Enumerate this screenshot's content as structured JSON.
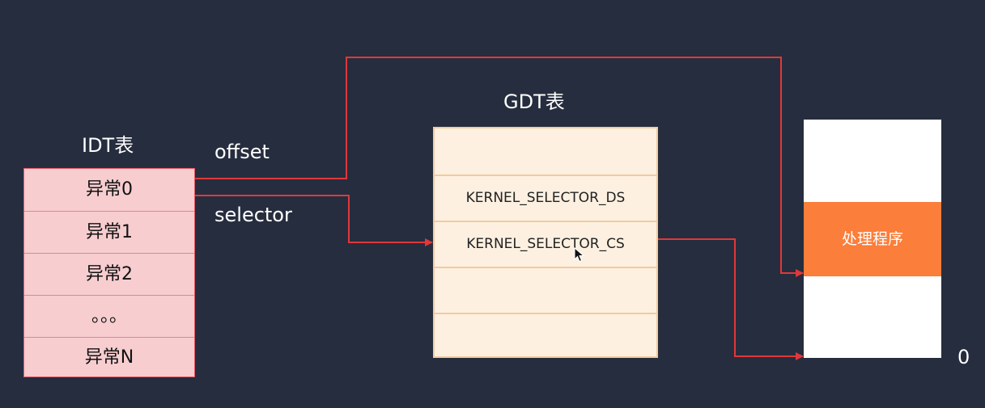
{
  "idt": {
    "title": "IDT表",
    "rows": [
      "异常0",
      "异常1",
      "异常2",
      "。。。",
      "异常N"
    ]
  },
  "gdt": {
    "title": "GDT表",
    "rows": [
      "",
      "KERNEL_SELECTOR_DS",
      "KERNEL_SELECTOR_CS",
      "",
      ""
    ]
  },
  "labels": {
    "offset": "offset",
    "selector": "selector",
    "zero": "0"
  },
  "memory": {
    "handler": "处理程序"
  },
  "colors": {
    "background": "#262d3e",
    "idt_fill": "#f7cdd0",
    "gdt_fill": "#fdf0e1",
    "handler_fill": "#fb7e3b",
    "arrow": "#e0383a"
  }
}
